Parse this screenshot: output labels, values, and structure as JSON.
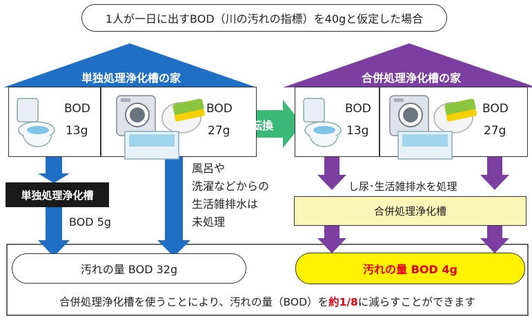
{
  "title": "1人が一日に出すBOD（川の汚れの指標）を40gと仮定した場合",
  "left_house": {
    "label": "単独処理浄化槽の家",
    "toilet_bod": [
      "BOD",
      "13g"
    ],
    "sink_bod": [
      "BOD",
      "27g"
    ],
    "tank_label": "単独処理浄化槽",
    "after_tank_bod": "BOD 5g",
    "untreated_note": [
      "風呂や",
      "洗濯などからの",
      "生活雑排水は",
      "未処理"
    ],
    "result": "汚れの量 BOD 32g"
  },
  "convert_label": "転換",
  "right_house": {
    "label": "合併処理浄化槽の家",
    "toilet_bod": [
      "BOD",
      "13g"
    ],
    "sink_bod": [
      "BOD",
      "27g"
    ],
    "treat_note": "し尿･生活雑排水を処理",
    "tank_label": "合併処理浄化槽",
    "result": "汚れの量 BOD 4g"
  },
  "footer": {
    "before": "合併処理浄化槽を使うことにより、汚れの量（BOD）を",
    "highlight": "約1/8",
    "after": "に減らすことができます"
  },
  "colors": {
    "blue": "#1f6fc4",
    "purple": "#7a3fa0",
    "green": "#3cb878",
    "result_yellow": "#fff200",
    "tank_yellow": "#fbf6b8"
  },
  "icons": [
    "toilet-icon",
    "washing-machine-icon",
    "bathtub-icon",
    "dish-sponge-icon"
  ]
}
